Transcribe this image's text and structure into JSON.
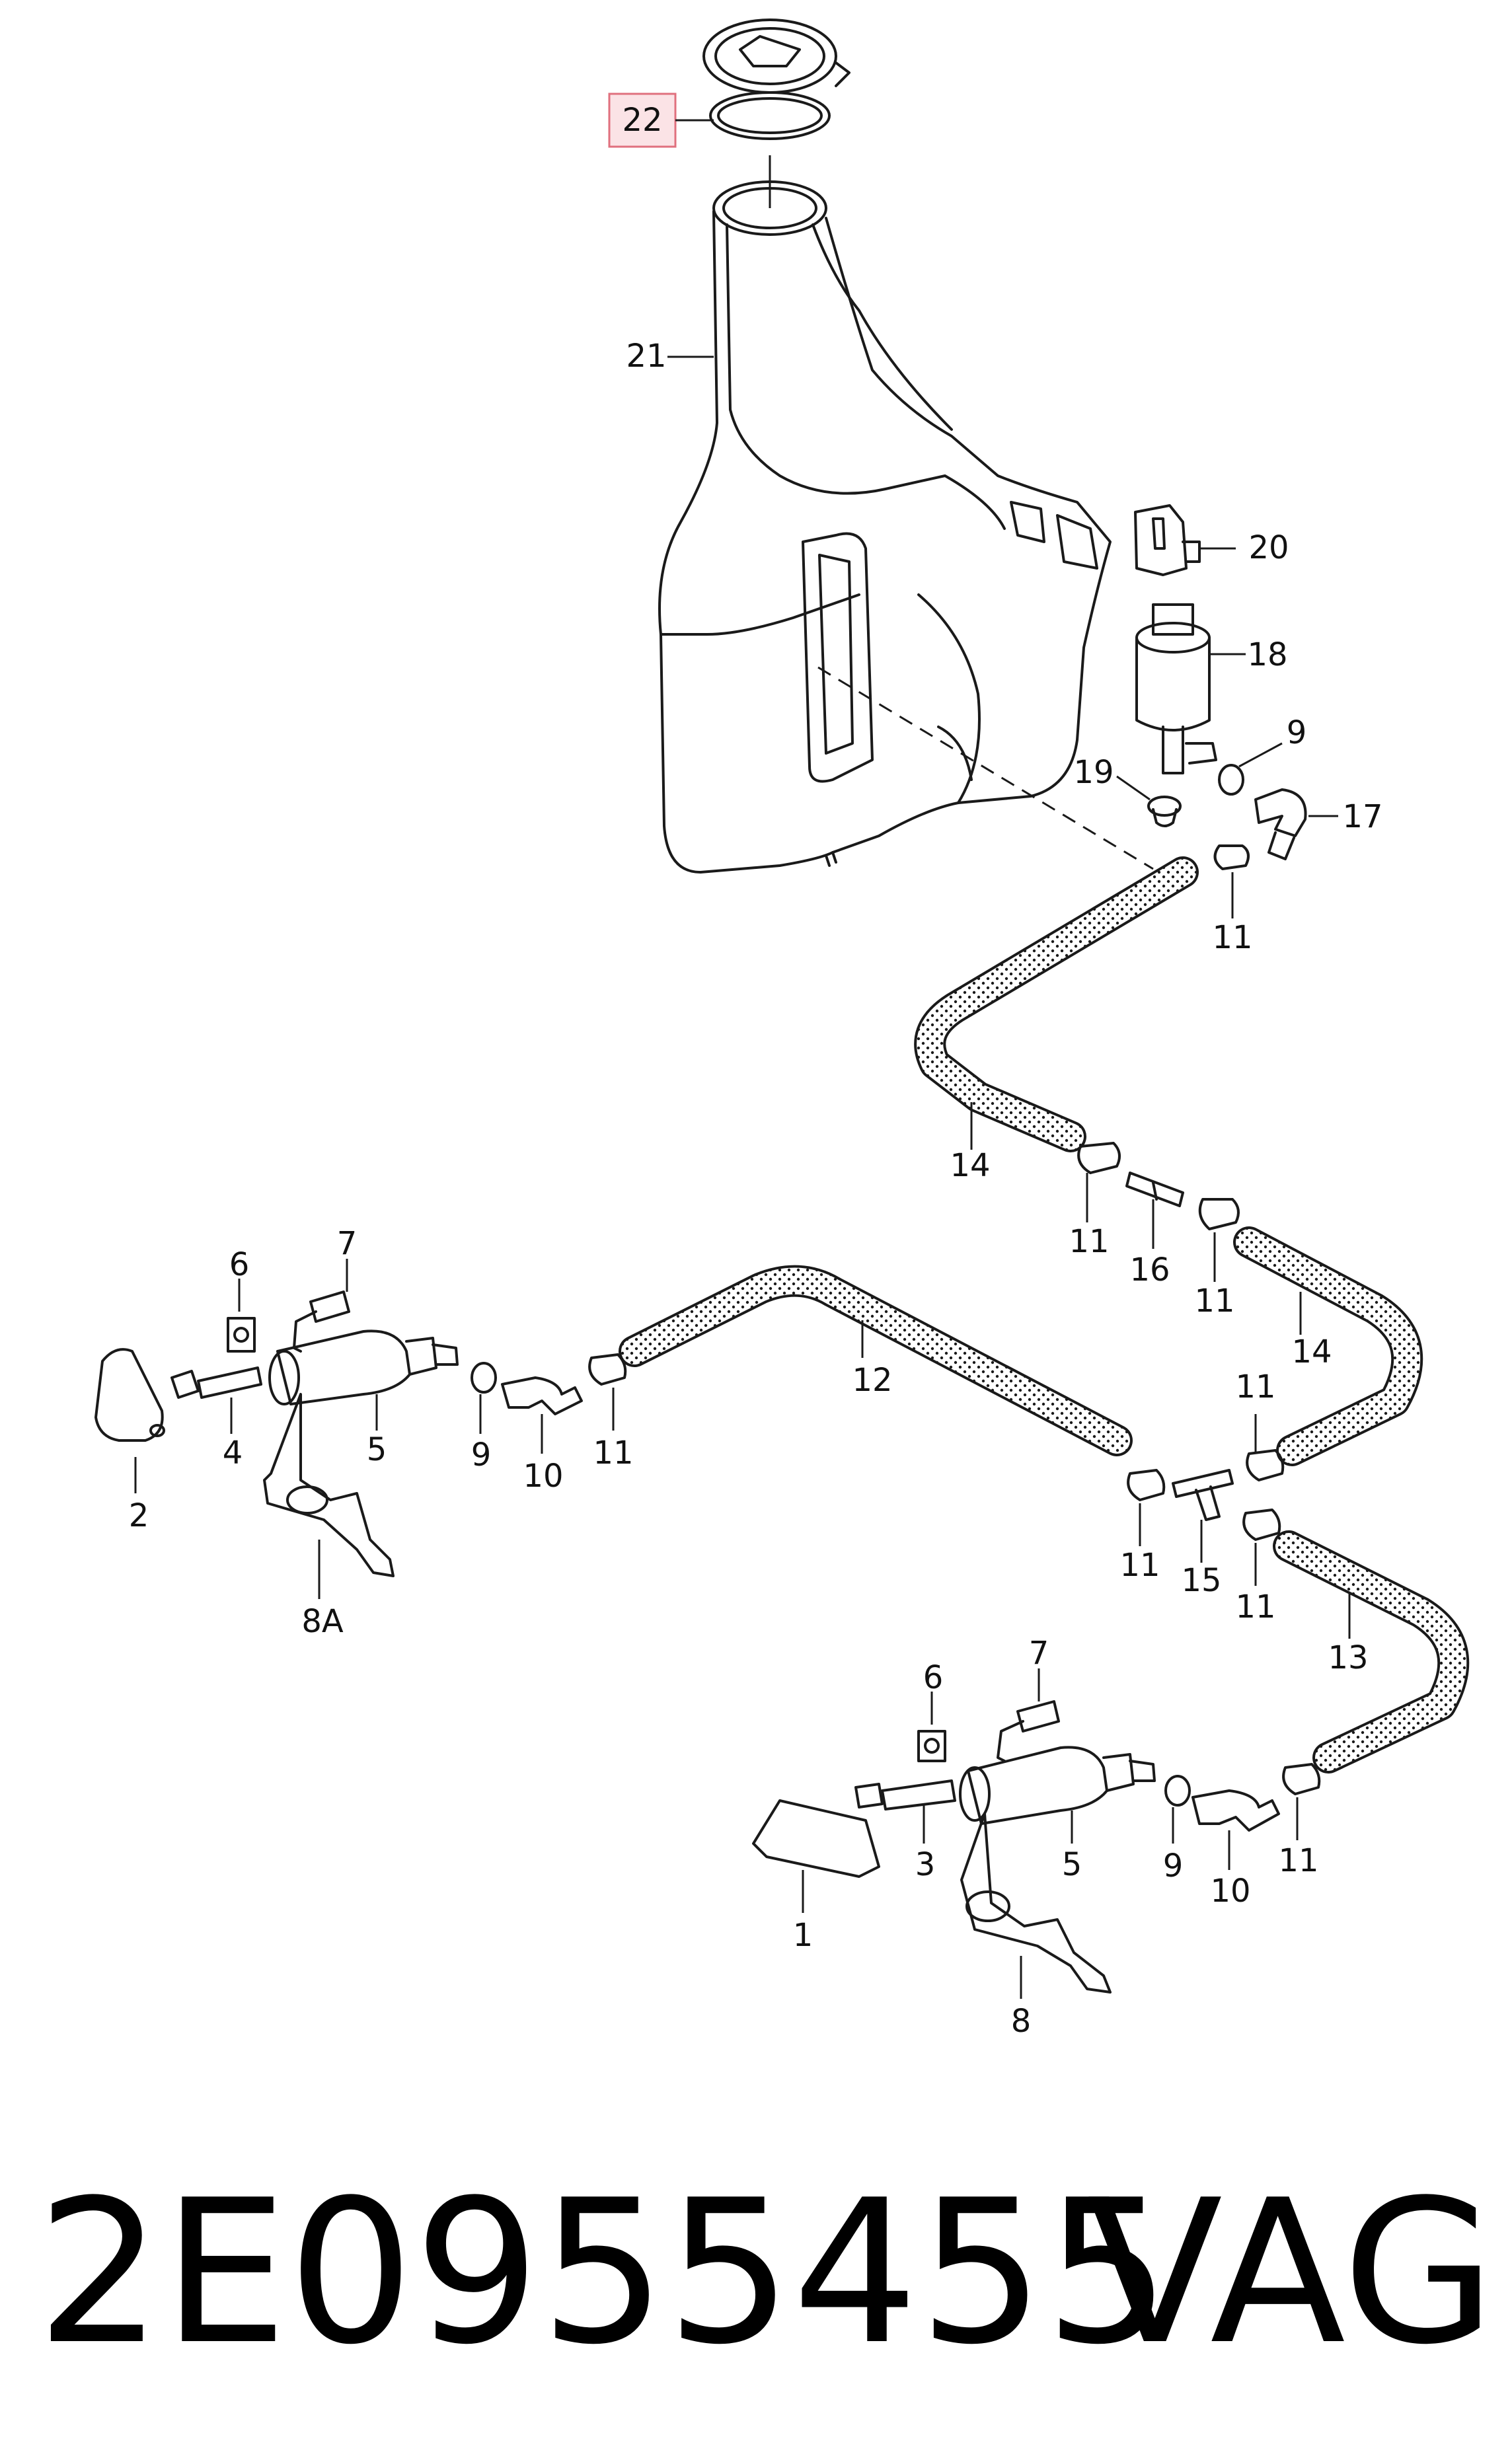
{
  "part_number": "2E0955455",
  "brand": "VAG",
  "highlighted_label": "22",
  "labels": {
    "l1": "1",
    "l2": "2",
    "l3": "3",
    "l4": "4",
    "l5a": "5",
    "l5b": "5",
    "l6a": "6",
    "l6b": "6",
    "l7a": "7",
    "l7b": "7",
    "l8": "8",
    "l8a": "8A",
    "l9a": "9",
    "l9b": "9",
    "l9c": "9",
    "l10a": "10",
    "l10b": "10",
    "l11a": "11",
    "l11b": "11",
    "l11c": "11",
    "l11d": "11",
    "l11e": "11",
    "l11f": "11",
    "l11g": "11",
    "l11h": "11",
    "l11i": "11",
    "l12": "12",
    "l13": "13",
    "l14a": "14",
    "l14b": "14",
    "l15": "15",
    "l16": "16",
    "l17": "17",
    "l18": "18",
    "l19": "19",
    "l20": "20",
    "l21": "21"
  },
  "colors": {
    "highlight_fill": "#fbe3e6",
    "highlight_stroke": "#e0707e",
    "ink": "#1a1a1a"
  }
}
